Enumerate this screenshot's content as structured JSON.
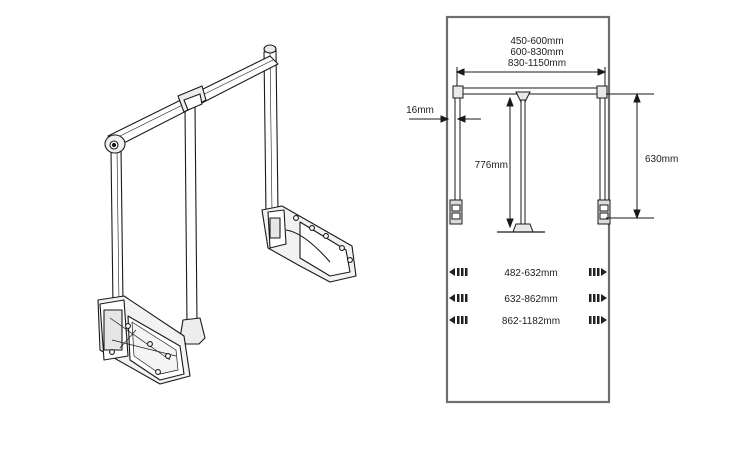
{
  "schematic": {
    "width_options": [
      "450-600mm",
      "600-830mm",
      "830-1150mm"
    ],
    "side_gap": "16mm",
    "drop_length": "776mm",
    "bracket_height": "630mm",
    "cabinet_widths": [
      "482-632mm",
      "632-862mm",
      "862-1182mm"
    ]
  },
  "colors": {
    "line": "#1a1a1a",
    "cabinet_stroke": "#6e6e6e",
    "metal_fill": "#e9e9e9",
    "arrow": "#222222"
  }
}
